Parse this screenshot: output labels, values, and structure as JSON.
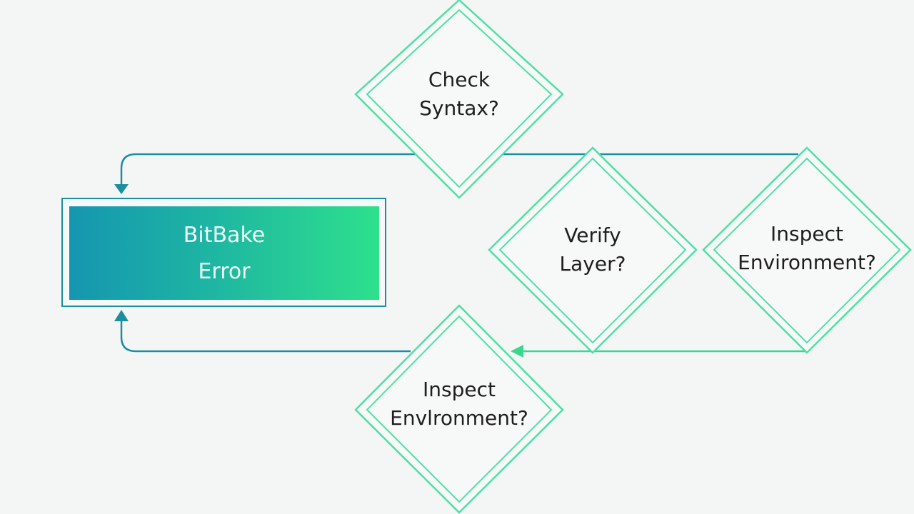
{
  "error_node": {
    "lines": [
      "BitBake",
      "Error"
    ]
  },
  "decisions": {
    "check_syntax": {
      "lines": [
        "Check",
        "Syntax?"
      ]
    },
    "verify_layer": {
      "lines": [
        "Verify",
        "Layer?"
      ]
    },
    "inspect_environment_right": {
      "lines": [
        "Inspect",
        "Environment?"
      ]
    },
    "inspect_environment_bottom": {
      "lines": [
        "Inspect",
        "Envlronment?"
      ]
    }
  },
  "colors": {
    "teal": "#1a8fa0",
    "green": "#2ee08c",
    "diamond_stroke": "#4fe0a6",
    "background": "#f4f5f5"
  }
}
